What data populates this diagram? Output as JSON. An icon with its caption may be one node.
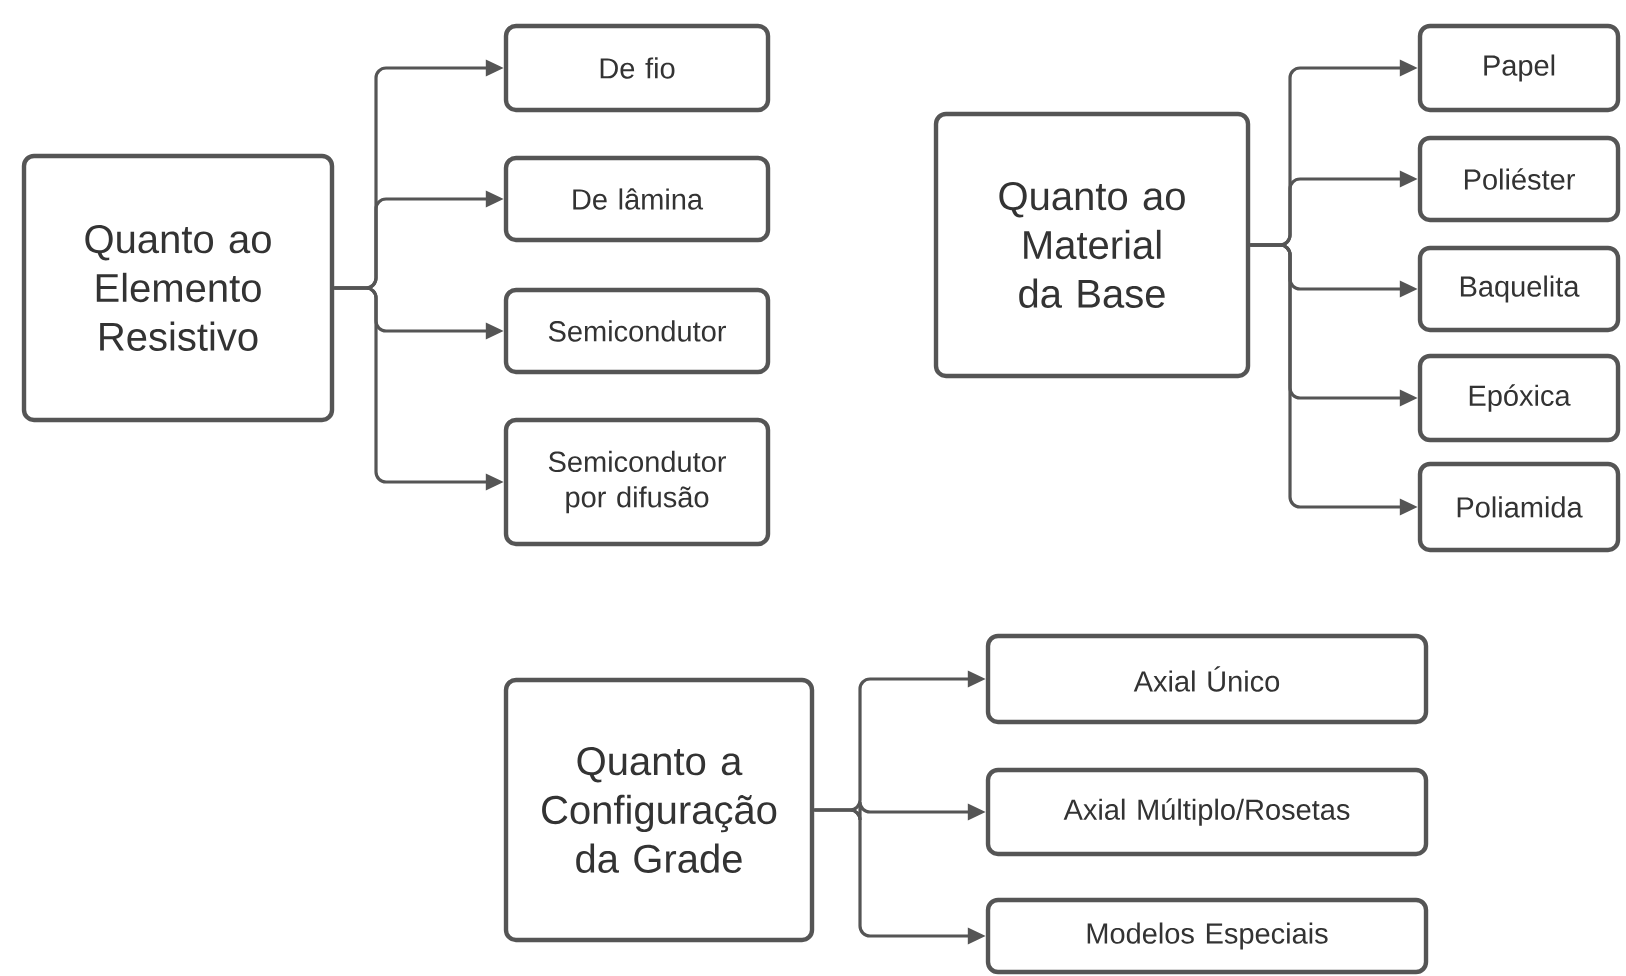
{
  "diagram": {
    "nodes": [
      {
        "text": [
          "Quanto ao Elemento Resistivo"
        ]
      },
      {
        "text": [
          "De fio"
        ]
      },
      {
        "text": [
          "De lâmina"
        ]
      },
      {
        "text": [
          "Semicondutor"
        ]
      },
      {
        "text": [
          "Semicondutor por difusão"
        ]
      },
      {
        "text": [
          "Quanto ao Material da Base"
        ]
      },
      {
        "text": [
          "Papel"
        ]
      },
      {
        "text": [
          "Poliéster"
        ]
      },
      {
        "text": [
          "Baquelita"
        ]
      },
      {
        "text": [
          "Epóxica"
        ]
      },
      {
        "text": [
          "Poliamida"
        ]
      },
      {
        "text": [
          "Quanto a Configuração da Grade"
        ]
      },
      {
        "text": [
          "Axial Único"
        ]
      },
      {
        "text": [
          "Axial Múltiplo/Rosetas"
        ]
      },
      {
        "text": [
          "Modelos Especiais"
        ]
      }
    ],
    "edges": [
      {
        "from": 0,
        "to": 1,
        "arrow": "to"
      },
      {
        "from": 0,
        "to": 2,
        "arrow": "to"
      },
      {
        "from": 0,
        "to": 3,
        "arrow": "to"
      },
      {
        "from": 0,
        "to": 4,
        "arrow": "to"
      },
      {
        "from": 5,
        "to": 6,
        "arrow": "to"
      },
      {
        "from": 5,
        "to": 7,
        "arrow": "to"
      },
      {
        "from": 5,
        "to": 8,
        "arrow": "to"
      },
      {
        "from": 5,
        "to": 9,
        "arrow": "to"
      },
      {
        "from": 5,
        "to": 10,
        "arrow": "to"
      },
      {
        "from": 11,
        "to": 12,
        "arrow": "to"
      },
      {
        "from": 11,
        "to": 13,
        "arrow": "to"
      },
      {
        "from": 11,
        "to": 14,
        "arrow": "to"
      }
    ]
  }
}
